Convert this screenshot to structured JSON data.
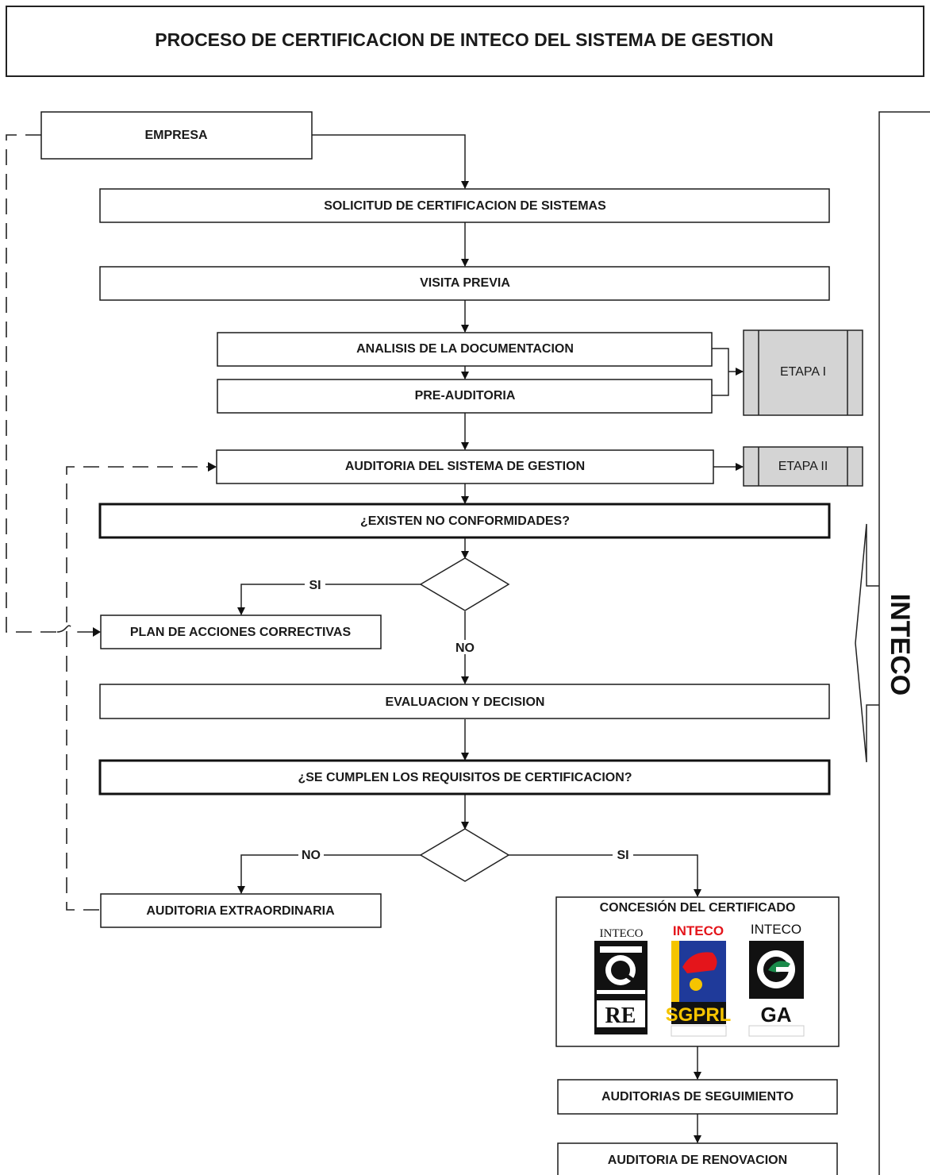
{
  "title": "PROCESO DE CERTIFICACION DE INTECO DEL SISTEMA DE GESTION",
  "side_label": "INTECO",
  "nodes": {
    "empresa": "EMPRESA",
    "solicitud": "SOLICITUD DE CERTIFICACION DE SISTEMAS",
    "visita": "VISITA PREVIA",
    "analisis": "ANALISIS DE LA DOCUMENTACION",
    "preauditoria": "PRE-AUDITORIA",
    "etapa1": "ETAPA I",
    "auditoria_sistema": "AUDITORIA DEL SISTEMA DE GESTION",
    "etapa2": "ETAPA II",
    "no_conformidades": "¿EXISTEN NO CONFORMIDADES?",
    "plan": "PLAN DE ACCIONES CORRECTIVAS",
    "evaluacion": "EVALUACION Y DECISION",
    "requisitos": "¿SE CUMPLEN LOS REQUISITOS DE CERTIFICACION?",
    "extraordinaria": "AUDITORIA EXTRAORDINARIA",
    "concesion": "CONCESIÓN DEL CERTIFICADO",
    "seguimiento": "AUDITORIAS DE SEGUIMIENTO",
    "renovacion": "AUDITORIA DE RENOVACION"
  },
  "edges": {
    "decision1_yes": "SI",
    "decision1_no": "NO",
    "decision2_no": "NO",
    "decision2_yes": "SI"
  },
  "logos": [
    {
      "top": "INTECO",
      "mark_text": "Q",
      "bottom": "RE",
      "color": "#111111"
    },
    {
      "top": "INTECO",
      "bottom": "SGPRL",
      "top_color": "#e4151b",
      "bottom_color": "#f5c400",
      "panel_color": "#1f3a9a"
    },
    {
      "top": "INTECO",
      "bottom": "GA",
      "color": "#111111",
      "accent": "#1a8a4a"
    }
  ]
}
